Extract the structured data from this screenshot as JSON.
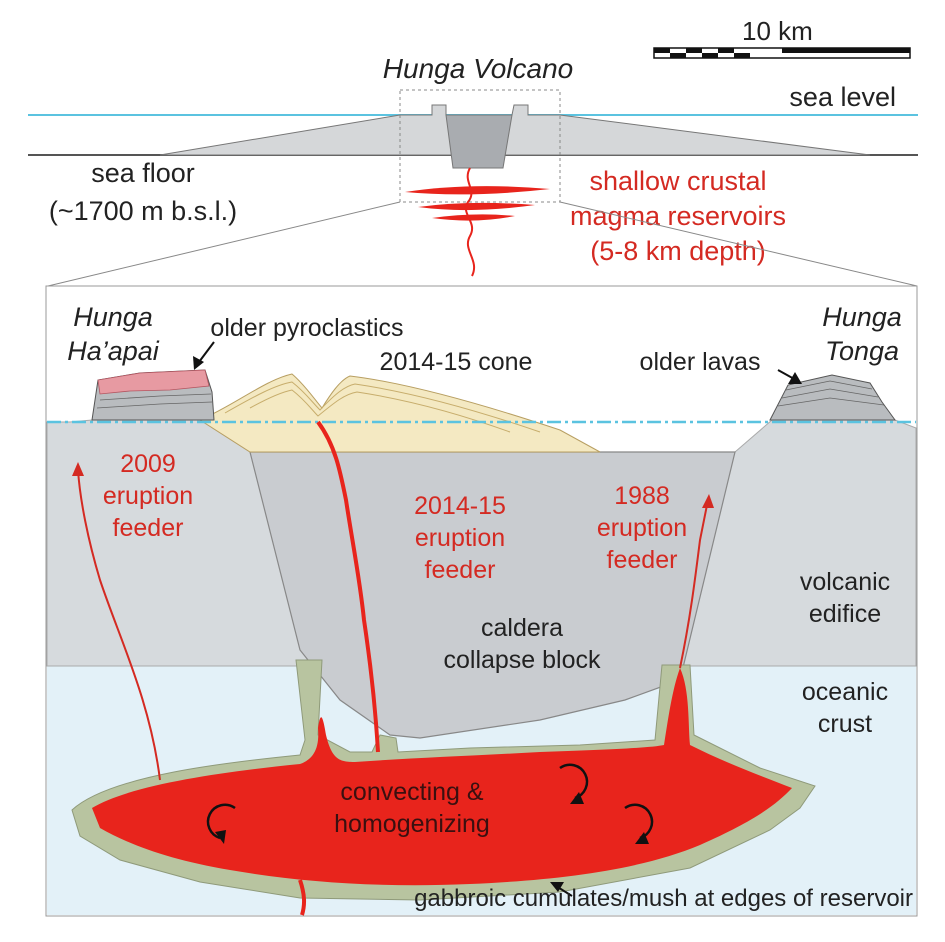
{
  "title": "Hunga Volcano",
  "scale_bar": {
    "label": "10 km"
  },
  "overview": {
    "sea_level": "sea level",
    "sea_floor_line1": "sea floor",
    "sea_floor_line2": "(~1700 m b.s.l.)",
    "reservoirs_line1": "shallow crustal",
    "reservoirs_line2": "magma reservoirs",
    "reservoirs_line3": "(5-8 km depth)"
  },
  "detail": {
    "hunga_haapai_line1": "Hunga",
    "hunga_haapai_line2": "Ha’apai",
    "hunga_tonga_line1": "Hunga",
    "hunga_tonga_line2": "Tonga",
    "older_pyroclastics": "older pyroclastics",
    "cone_2014": "2014-15 cone",
    "older_lavas": "older lavas",
    "feeder_2009": [
      "2009",
      "eruption",
      "feeder"
    ],
    "feeder_2014": [
      "2014-15",
      "eruption",
      "feeder"
    ],
    "feeder_1988": [
      "1988",
      "eruption",
      "feeder"
    ],
    "volcanic_edifice": [
      "volcanic",
      "edifice"
    ],
    "caldera_block": [
      "caldera",
      "collapse block"
    ],
    "oceanic_crust": [
      "oceanic",
      "crust"
    ],
    "convecting": [
      "convecting &",
      "homogenizing"
    ],
    "cumulates": "gabbroic cumulates/mush at edges of reservoir"
  },
  "colors": {
    "magma": "#e8241c",
    "label_red": "#d42a22",
    "sea_line": "#5bc3e0",
    "edifice": "#d6dadd",
    "caldera": "#c9ccd0",
    "crust": "#e3f1f8",
    "cone": "#f4e9c2",
    "pyroclastics": "#e79aa2",
    "mush": "#b8c4a0"
  }
}
